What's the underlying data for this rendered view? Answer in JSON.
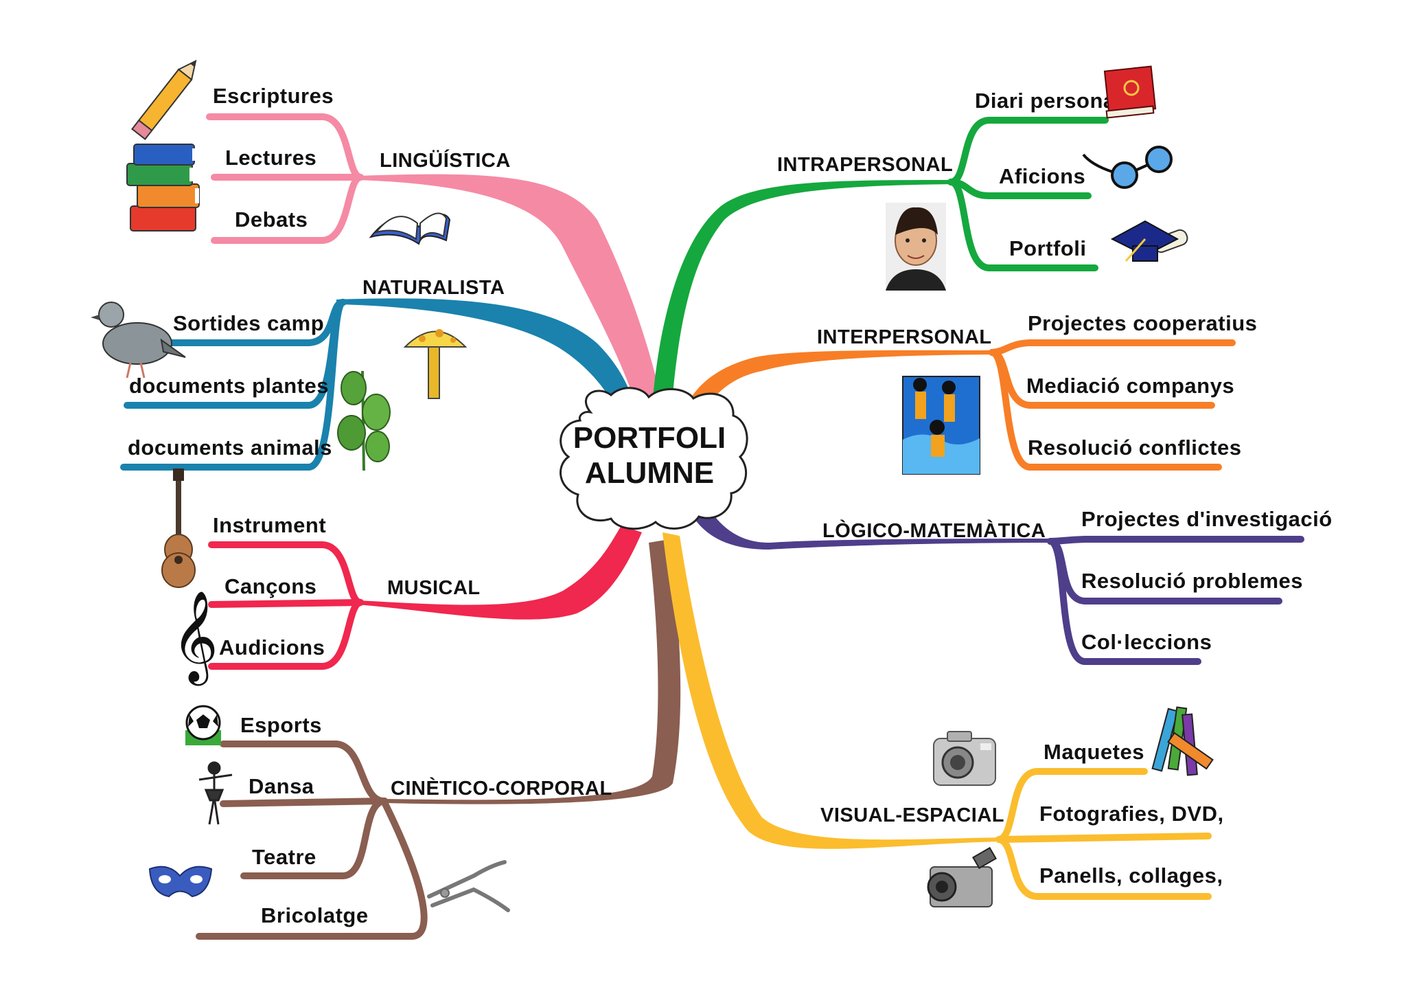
{
  "center": {
    "line1": "PORTFOLI",
    "line2": "ALUMNE"
  },
  "colors": {
    "linguistica": "#f58aa4",
    "naturalista": "#1a82ad",
    "musical": "#f0274e",
    "cinetico": "#8a5e50",
    "intrapersonal": "#15a83e",
    "interpersonal": "#f77e26",
    "logico": "#4f3e8a",
    "visual": "#fbbd2e"
  },
  "branches": {
    "linguistica": {
      "label": "LINGÜÍSTICA",
      "leaves": [
        "Escriptures",
        "Lectures",
        "Debats"
      ]
    },
    "naturalista": {
      "label": "NATURALISTA",
      "leaves": [
        "Sortides camp",
        "documents plantes",
        "documents animals"
      ]
    },
    "musical": {
      "label": "MUSICAL",
      "leaves": [
        "Instrument",
        "Cançons",
        "Audicions"
      ]
    },
    "cinetico": {
      "label": "CINÈTICO-CORPORAL",
      "leaves": [
        "Esports",
        "Dansa",
        "Teatre",
        "Bricolatge"
      ]
    },
    "intrapersonal": {
      "label": "INTRAPERSONAL",
      "leaves": [
        "Diari personal",
        "Aficions",
        "Portfoli"
      ]
    },
    "interpersonal": {
      "label": "INTERPERSONAL",
      "leaves": [
        "Projectes cooperatius",
        "Mediació companys",
        "Resolució conflictes"
      ]
    },
    "logico": {
      "label": "LÒGICO-MATEMÀTICA",
      "leaves": [
        "Projectes d'investigació",
        "Resolució problemes",
        "Col·leccions"
      ]
    },
    "visual": {
      "label": "VISUAL-ESPACIAL",
      "leaves": [
        "Maquetes",
        "Fotografies, DVD,",
        "Panells, collages,"
      ]
    }
  },
  "icons": [
    "pencil-icon",
    "books-icon",
    "open-book-icon",
    "pigeon-icon",
    "mushroom-icon",
    "plant-icon",
    "guitar-icon",
    "treble-clef-icon",
    "soccer-ball-icon",
    "dancer-icon",
    "mask-icon",
    "pliers-icon",
    "diary-icon",
    "glasses-icon",
    "graduation-cap-icon",
    "boy-photo-icon",
    "swimmers-icon",
    "photo-camera-icon",
    "video-camera-icon",
    "crayons-icon"
  ]
}
